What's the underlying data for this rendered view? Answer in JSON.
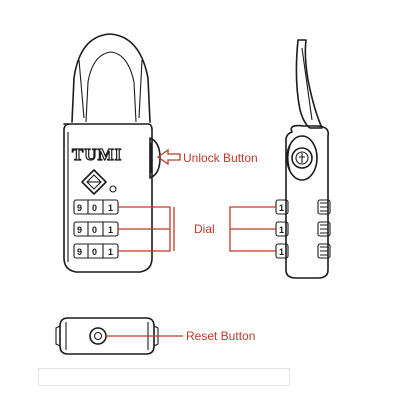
{
  "brand_logo": "TUMI",
  "labels": {
    "unlock": "Unlock Button",
    "dial": "Dial",
    "reset": "Reset Button"
  },
  "dial_rows": [
    [
      "9",
      "0",
      "1"
    ],
    [
      "9",
      "0",
      "1"
    ],
    [
      "9",
      "0",
      "1"
    ]
  ],
  "side_digits": [
    "1",
    "1",
    "1"
  ],
  "colors": {
    "line": "#1c1c1c",
    "callout": "#c0392b"
  }
}
